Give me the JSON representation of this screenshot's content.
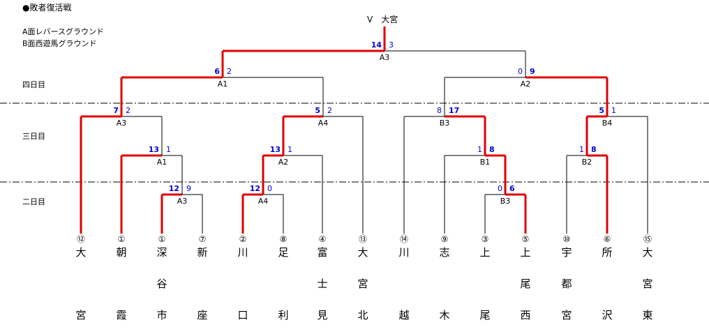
{
  "header": {
    "title": "●敗者復活戦",
    "ground_a": "A面レバースグラウンド",
    "ground_b": "B面西遊馬グラウンド",
    "champion": "V　大宮"
  },
  "days": [
    "四日目",
    "三日目",
    "二日目"
  ],
  "colors": {
    "winner_line": "#e00000",
    "score_text": "#0000cc",
    "line": "#000000"
  },
  "teams": [
    {
      "num": "⑫",
      "name": [
        "大",
        "",
        "宮"
      ]
    },
    {
      "num": "①",
      "name": [
        "朝",
        "",
        "霞"
      ]
    },
    {
      "num": "①",
      "name": [
        "深",
        "谷",
        "市"
      ]
    },
    {
      "num": "⑦",
      "name": [
        "新",
        "",
        "座"
      ]
    },
    {
      "num": "②",
      "name": [
        "川",
        "",
        "口"
      ]
    },
    {
      "num": "⑧",
      "name": [
        "足",
        "",
        "利"
      ]
    },
    {
      "num": "④",
      "name": [
        "富",
        "士",
        "見"
      ]
    },
    {
      "num": "⑬",
      "name": [
        "大",
        "宮",
        "北"
      ]
    },
    {
      "num": "⑭",
      "name": [
        "川",
        "",
        "越"
      ]
    },
    {
      "num": "⑨",
      "name": [
        "志",
        "",
        "木"
      ]
    },
    {
      "num": "③",
      "name": [
        "上",
        "",
        "尾"
      ]
    },
    {
      "num": "⑤",
      "name": [
        "上",
        "尾",
        "西"
      ]
    },
    {
      "num": "⑩",
      "name": [
        "宇",
        "都",
        "宮"
      ]
    },
    {
      "num": "⑥",
      "name": [
        "所",
        "",
        "沢"
      ]
    },
    {
      "num": "⑮",
      "name": [
        "大",
        "宮",
        "東"
      ]
    }
  ],
  "games": [
    {
      "label": "A3",
      "left_score": "12",
      "right_score": "9",
      "winner": "left"
    },
    {
      "label": "A4",
      "left_score": "12",
      "right_score": "0",
      "winner": "left"
    },
    {
      "label": "B3",
      "left_score": "0",
      "right_score": "6",
      "winner": "right"
    },
    {
      "label": "A1",
      "left_score": "13",
      "right_score": "1",
      "winner": "left"
    },
    {
      "label": "A2",
      "left_score": "13",
      "right_score": "1",
      "winner": "left"
    },
    {
      "label": "B1",
      "left_score": "1",
      "right_score": "8",
      "winner": "right"
    },
    {
      "label": "B2",
      "left_score": "1",
      "right_score": "8",
      "winner": "right"
    },
    {
      "label": "A3",
      "left_score": "7",
      "right_score": "2",
      "winner": "left"
    },
    {
      "label": "A4",
      "left_score": "5",
      "right_score": "2",
      "winner": "left"
    },
    {
      "label": "B3",
      "left_score": "8",
      "right_score": "17",
      "winner": "right"
    },
    {
      "label": "B4",
      "left_score": "5",
      "right_score": "1",
      "winner": "left"
    },
    {
      "label": "A1",
      "left_score": "6",
      "right_score": "2",
      "winner": "left"
    },
    {
      "label": "A2",
      "left_score": "0",
      "right_score": "9",
      "winner": "right"
    },
    {
      "label": "A3",
      "left_score": "14",
      "right_score": "3",
      "winner": "left"
    }
  ]
}
